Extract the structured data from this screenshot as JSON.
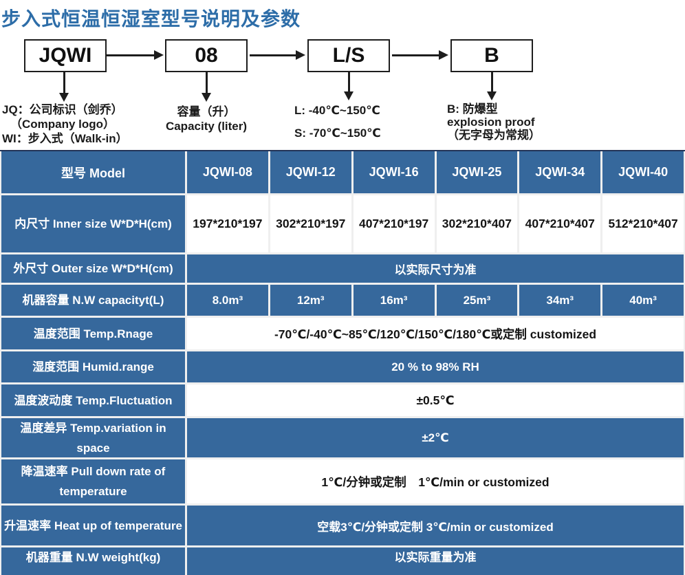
{
  "page": {
    "title": "步入式恒温恒湿室型号说明及参数"
  },
  "diagram": {
    "boxes": [
      "JQWI",
      "08",
      "L/S",
      "B"
    ],
    "captions": {
      "company": [
        "JQ：公司标识（剑乔）",
        "（Company logo）",
        "WI：步入式（Walk-in）"
      ],
      "capacity": [
        "容量（升）",
        "Capacity (liter)"
      ],
      "temp_codes": [
        "L: -40℃~150℃",
        "S: -70℃~150℃"
      ],
      "explosion": [
        "B: 防爆型",
        "explosion proof",
        "（无字母为常规）"
      ]
    }
  },
  "table": {
    "header": {
      "label": "型号 Model",
      "models": [
        "JQWI-08",
        "JQWI-12",
        "JQWI-16",
        "JQWI-25",
        "JQWI-34",
        "JQWI-40"
      ]
    },
    "rows": [
      {
        "label": "内尺寸 Inner size W*D*H(cm)",
        "values": [
          "197*210*197",
          "302*210*197",
          "407*210*197",
          "302*210*407",
          "407*210*407",
          "512*210*407"
        ],
        "value_bg": "white"
      },
      {
        "label": "外尺寸 Outer size W*D*H(cm)",
        "value": "以实际尺寸为准",
        "value_bg": "blue"
      },
      {
        "label": "机器容量 N.W capacityt(L)",
        "values": [
          "8.0m³",
          "12m³",
          "16m³",
          "25m³",
          "34m³",
          "40m³"
        ],
        "value_bg": "blue"
      },
      {
        "label": "温度范围 Temp.Rnage",
        "value": "-70℃/-40℃~85℃/120℃/150℃/180℃或定制 customized",
        "value_bg": "white"
      },
      {
        "label": "湿度范围 Humid.range",
        "value": "20 % to 98% RH",
        "value_bg": "blue"
      },
      {
        "label": "温度波动度 Temp.Fluctuation",
        "value": "±0.5℃",
        "value_bg": "white"
      },
      {
        "label": "温度差异 Temp.variation in space",
        "value": "±2℃",
        "value_bg": "blue"
      },
      {
        "label": "降温速率 Pull down rate of temperature",
        "value": "1℃/分钟或定制　1℃/min or customized",
        "value_bg": "white"
      },
      {
        "label": "升温速率 Heat up of temperature",
        "value": "空载3℃/分钟或定制 3℃/min or customized",
        "value_bg": "blue"
      },
      {
        "label": "机器重量 N.W weight(kg)",
        "value": "以实际重量为准",
        "value_bg": "blue",
        "partial": true
      }
    ]
  },
  "colors": {
    "title_blue": "#2d6da8",
    "cell_blue": "#36689c",
    "table_top_border": "#233457",
    "grid_line": "#efefef"
  }
}
